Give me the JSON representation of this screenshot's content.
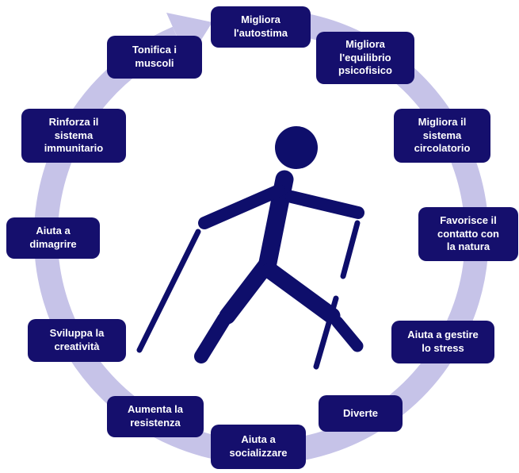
{
  "benefits": [
    {
      "id": "autostima",
      "label": "Migliora\nl'autostima"
    },
    {
      "id": "equilibrio-psicofisico",
      "label": "Migliora\nl'equilibrio\npsicofisico"
    },
    {
      "id": "sistema-circolatorio",
      "label": "Migliora il\nsistema\ncircolatorio"
    },
    {
      "id": "contatto-natura",
      "label": "Favorisce il\ncontatto con\nla natura"
    },
    {
      "id": "gestire-stress",
      "label": "Aiuta a gestire\nlo stress"
    },
    {
      "id": "diverte",
      "label": "Diverte"
    },
    {
      "id": "socializzare",
      "label": "Aiuta a\nsocializzare"
    },
    {
      "id": "resistenza",
      "label": "Aumenta la\nresistenza"
    },
    {
      "id": "creativita",
      "label": "Sviluppa la\ncreatività"
    },
    {
      "id": "dimagrire",
      "label": "Aiuta a\ndimagrire"
    },
    {
      "id": "sistema-immunitario",
      "label": "Rinforza il\nsistema\nimmunitario"
    },
    {
      "id": "tonifica-muscoli",
      "label": "Tonifica i\nmuscoli"
    }
  ],
  "icons": {
    "center_figure": "nordic-walker-pictogram",
    "ring": "clockwise-cycle-arrow"
  },
  "colors": {
    "box_background": "#150f6d",
    "box_text": "#ffffff",
    "ring": "#c6c3e8",
    "figure": "#0e0e6b",
    "background": "#ffffff"
  }
}
